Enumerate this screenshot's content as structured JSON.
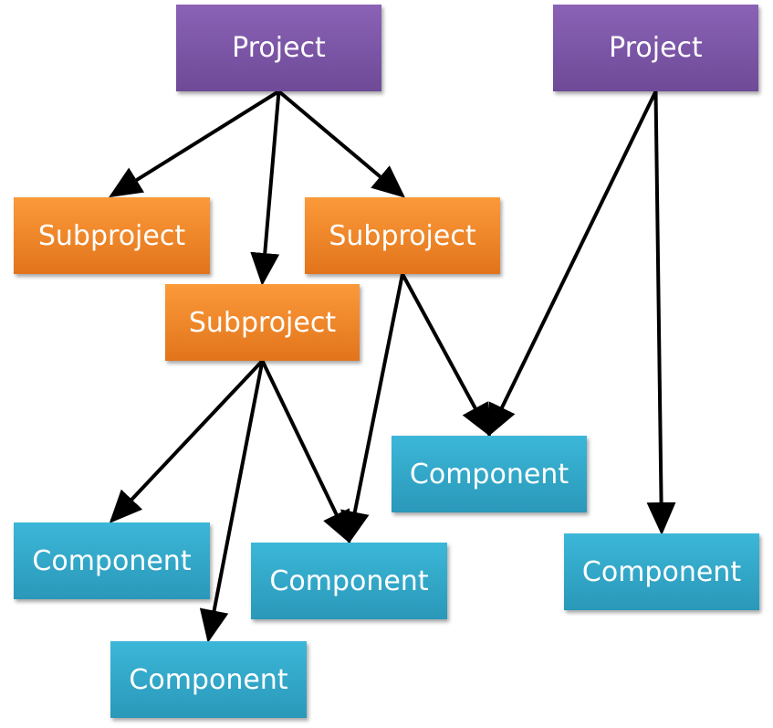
{
  "colors": {
    "project": "#7b55a7",
    "subproject": "#f58a2c",
    "component": "#32aacb",
    "arrow": "#000000"
  },
  "nodes": [
    {
      "id": "project-1",
      "kind": "project",
      "label": "Project"
    },
    {
      "id": "project-2",
      "kind": "project",
      "label": "Project"
    },
    {
      "id": "subproject-1",
      "kind": "subproject",
      "label": "Subproject"
    },
    {
      "id": "subproject-2",
      "kind": "subproject",
      "label": "Subproject"
    },
    {
      "id": "subproject-3",
      "kind": "subproject",
      "label": "Subproject"
    },
    {
      "id": "component-1",
      "kind": "component",
      "label": "Component"
    },
    {
      "id": "component-2",
      "kind": "component",
      "label": "Component"
    },
    {
      "id": "component-3",
      "kind": "component",
      "label": "Component"
    },
    {
      "id": "component-4",
      "kind": "component",
      "label": "Component"
    },
    {
      "id": "component-5",
      "kind": "component",
      "label": "Component"
    }
  ],
  "edges": [
    {
      "from": "project-1",
      "to": "subproject-1"
    },
    {
      "from": "project-1",
      "to": "subproject-3"
    },
    {
      "from": "project-1",
      "to": "subproject-2"
    },
    {
      "from": "project-2",
      "to": "component-3"
    },
    {
      "from": "project-2",
      "to": "component-4"
    },
    {
      "from": "subproject-2",
      "to": "component-3"
    },
    {
      "from": "subproject-2",
      "to": "component-2"
    },
    {
      "from": "subproject-3",
      "to": "component-1"
    },
    {
      "from": "subproject-3",
      "to": "component-5"
    },
    {
      "from": "subproject-3",
      "to": "component-2"
    }
  ]
}
